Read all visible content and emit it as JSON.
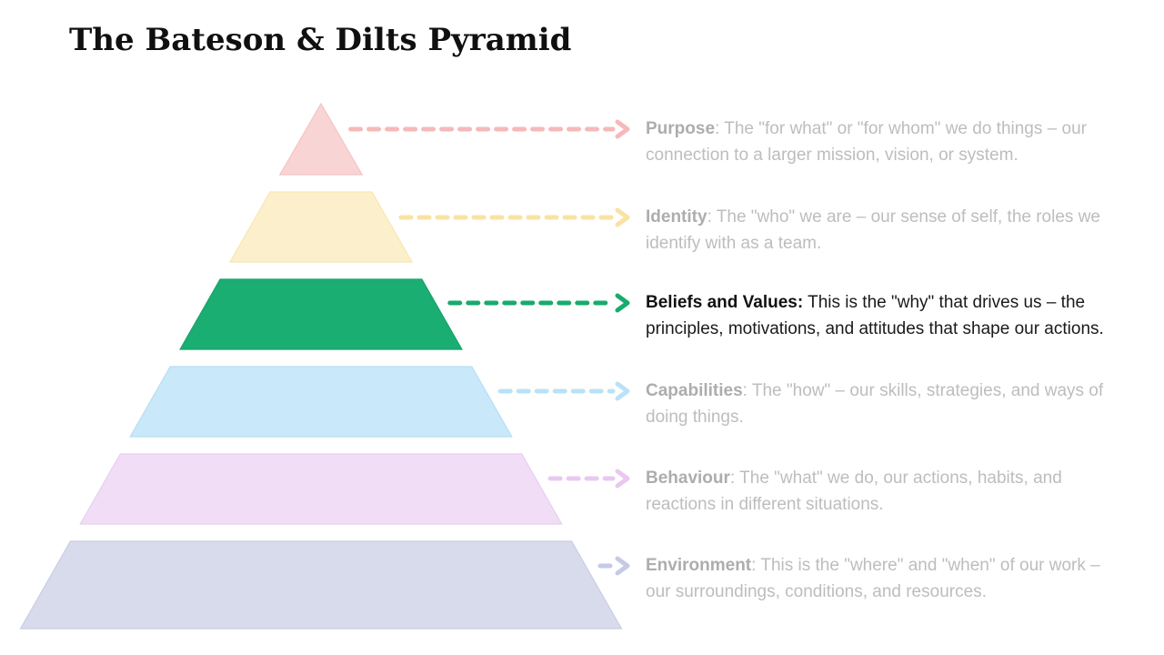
{
  "title": "The Bateson & Dilts Pyramid",
  "levels": [
    {
      "id": "purpose",
      "label": "Purpose",
      "sep": ": ",
      "desc": "The \"for what\" or \"for whom\" we do things – our connection to a larger mission, vision, or system.",
      "fill": "#f9d4d4",
      "stroke": "#f5c3c3",
      "arrow_color": "#f6b9b9",
      "highlighted": false
    },
    {
      "id": "identity",
      "label": "Identity",
      "sep": ": ",
      "desc": "The \"who\" we are – our sense of self, the roles we identify with as a team.",
      "fill": "#fcf0cc",
      "stroke": "#f8e6b0",
      "arrow_color": "#f9e2a2",
      "highlighted": false
    },
    {
      "id": "beliefs-and-values",
      "label": "Beliefs and Values:",
      "sep": " ",
      "desc": "This is the \"why\" that drives us – the principles, motivations, and attitudes that shape our actions.",
      "fill": "#1bae73",
      "stroke": "#15a269",
      "arrow_color": "#17ab6e",
      "highlighted": true
    },
    {
      "id": "capabilities",
      "label": "Capabilities",
      "sep": ": ",
      "desc": "The \"how\" – our skills, strategies, and ways of doing things.",
      "fill": "#c9e8fa",
      "stroke": "#b6ddf3",
      "arrow_color": "#b9e2f8",
      "highlighted": false
    },
    {
      "id": "behaviour",
      "label": "Behaviour",
      "sep": ": ",
      "desc": "The \"what\" we do, our actions, habits, and reactions in different situations.",
      "fill": "#f1def6",
      "stroke": "#e8cef1",
      "arrow_color": "#e9c8f0",
      "highlighted": false
    },
    {
      "id": "environment",
      "label": "Environment",
      "sep": ": ",
      "desc": "This is the \"where\" and \"when\" of our work – our surroundings, conditions, and resources.",
      "fill": "#d8dbec",
      "stroke": "#c9cde4",
      "arrow_color": "#c5cae5",
      "highlighted": false
    }
  ]
}
